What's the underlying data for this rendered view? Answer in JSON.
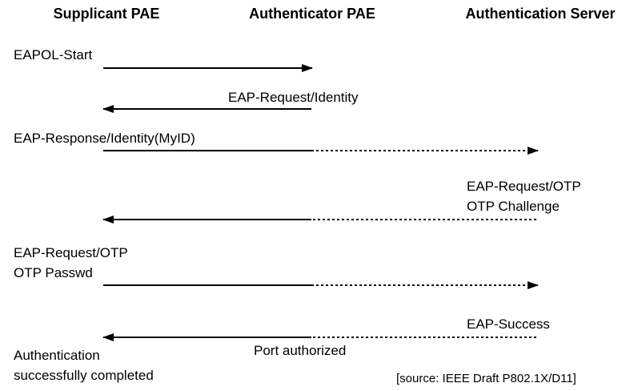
{
  "diagram": {
    "columns": [
      {
        "label": "Supplicant PAE"
      },
      {
        "label": "Authenticator PAE"
      },
      {
        "label": "Authentication Server"
      }
    ],
    "messages": [
      {
        "label": "EAPOL-Start",
        "from": "Supplicant PAE",
        "to": "Authenticator PAE",
        "line_style": "solid"
      },
      {
        "label": "EAP-Request/Identity",
        "from": "Authenticator PAE",
        "to": "Supplicant PAE",
        "line_style": "solid"
      },
      {
        "label": "EAP-Response/Identity(MyID)",
        "from": "Supplicant PAE",
        "to": "Authentication Server",
        "line_style": "solid-then-dashed"
      },
      {
        "label": "EAP-Request/OTP",
        "label_line2": "OTP Challenge",
        "from": "Authentication Server",
        "to": "Supplicant PAE",
        "line_style": "dashed-then-solid"
      },
      {
        "label": "EAP-Request/OTP",
        "label_line2": "OTP Passwd",
        "from": "Supplicant PAE",
        "to": "Authentication Server",
        "line_style": "solid-then-dashed"
      },
      {
        "label": "EAP-Success",
        "from": "Authentication Server",
        "to": "Supplicant PAE",
        "line_style": "dashed-then-solid"
      }
    ],
    "port_authorized_note": "Port authorized",
    "completion_note": {
      "line1": "Authentication",
      "line2": "successfully completed"
    },
    "source_note": "[source: IEEE Draft P802.1X/D11]",
    "colors": {
      "background": "#ffffff",
      "line": "#000000",
      "text": "#000000"
    }
  }
}
